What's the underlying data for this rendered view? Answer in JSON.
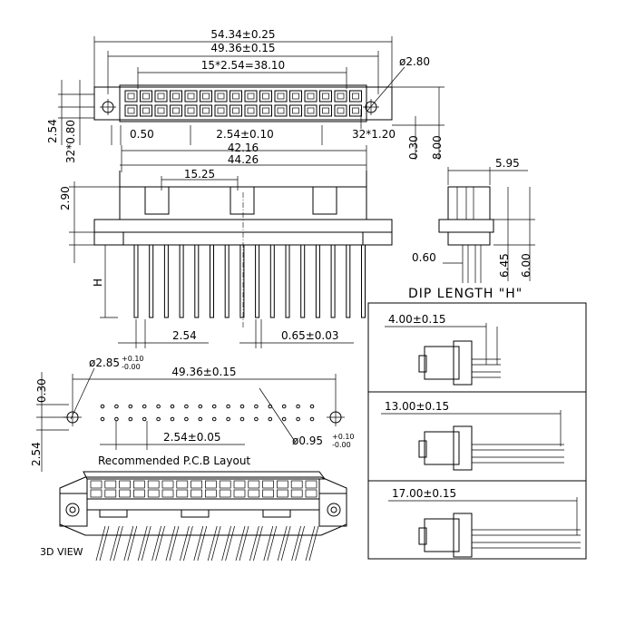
{
  "top_view": {
    "dim_overall": "54.34±0.25",
    "dim_mount": "49.36±0.15",
    "dim_pitch_total": "15*2.54=38.10",
    "dim_hole": "ø2.80",
    "dim_row": "2.54",
    "dim_pin_offset": "32*0.80",
    "dim_050": "0.50",
    "dim_pitch": "2.54±0.10",
    "dim_32x120": "32*1.20",
    "dim_030": "0.30",
    "dim_800": "8.00",
    "dim_4216": "42.16"
  },
  "front_view": {
    "dim_4426": "44.26",
    "dim_1525": "15.25",
    "dim_290": "2.90",
    "dim_h": "H",
    "dim_254": "2.54",
    "dim_pin": "0.65±0.03"
  },
  "side_view": {
    "dim_595": "5.95",
    "dim_060": "0.60",
    "dim_645": "6.45",
    "dim_600": "6.00"
  },
  "dip_table": {
    "title": "DIP LENGTH \"H\"",
    "rows": [
      {
        "label": "4.00±0.15"
      },
      {
        "label": "13.00±0.15"
      },
      {
        "label": "17.00±0.15"
      }
    ]
  },
  "pcb_layout": {
    "dim_hole": "ø2.85",
    "dim_hole_tol_plus": "+0.10",
    "dim_hole_tol_minus": "-0.00",
    "dim_span": "49.36±0.15",
    "dim_030": "0.30",
    "dim_pitch": "2.54±0.05",
    "dim_pin_hole": "ø0.95",
    "dim_pin_tol_plus": "+0.10",
    "dim_pin_tol_minus": "-0.00",
    "dim_row": "2.54",
    "caption": "Recommended P.C.B Layout"
  },
  "view_3d": {
    "caption": "3D VIEW"
  }
}
